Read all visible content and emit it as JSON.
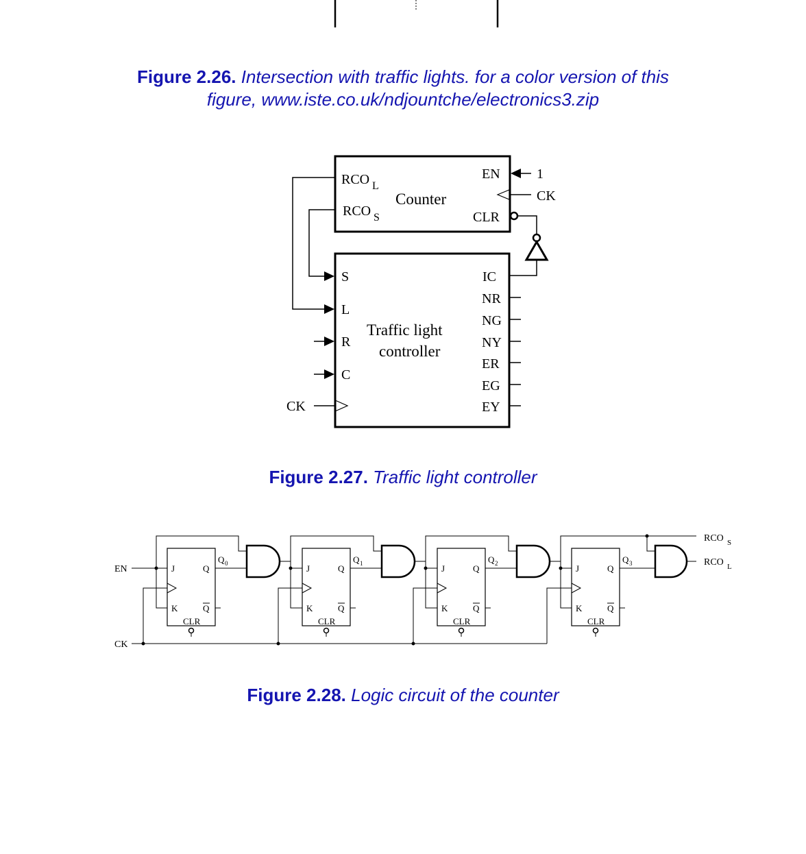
{
  "figure_226": {
    "number": "Figure 2.26.",
    "text_line1": "Intersection with traffic lights. for a color version of this",
    "text_line2": "figure, www.iste.co.uk/ndjountche/electronics3.zip"
  },
  "counter_block": {
    "title": "Counter",
    "rco_l": "RCO",
    "rco_l_sub": "L",
    "rco_s": "RCO",
    "rco_s_sub": "S",
    "en": "EN",
    "en_input": "1",
    "clr": "CLR",
    "ck": "CK"
  },
  "controller_block": {
    "title_line1": "Traffic light",
    "title_line2": "controller",
    "inputs": [
      "S",
      "L",
      "R",
      "C"
    ],
    "outputs": [
      "IC",
      "NR",
      "NG",
      "NY",
      "ER",
      "EG",
      "EY"
    ],
    "ck": "CK"
  },
  "figure_227": {
    "number": "Figure 2.27.",
    "text": "Traffic light controller"
  },
  "counter_circuit": {
    "en": "EN",
    "ck": "CK",
    "flipflops": [
      {
        "j": "J",
        "k": "K",
        "q": "Q",
        "qbar": "Q",
        "clr": "CLR",
        "out": "Q",
        "out_sub": "0"
      },
      {
        "j": "J",
        "k": "K",
        "q": "Q",
        "qbar": "Q",
        "clr": "CLR",
        "out": "Q",
        "out_sub": "1"
      },
      {
        "j": "J",
        "k": "K",
        "q": "Q",
        "qbar": "Q",
        "clr": "CLR",
        "out": "Q",
        "out_sub": "2"
      },
      {
        "j": "J",
        "k": "K",
        "q": "Q",
        "qbar": "Q",
        "clr": "CLR",
        "out": "Q",
        "out_sub": "3"
      }
    ],
    "rco_s": "RCO",
    "rco_s_sub": "S",
    "rco_l": "RCO",
    "rco_l_sub": "L"
  },
  "figure_228": {
    "number": "Figure 2.28.",
    "text": "Logic circuit of the counter"
  }
}
